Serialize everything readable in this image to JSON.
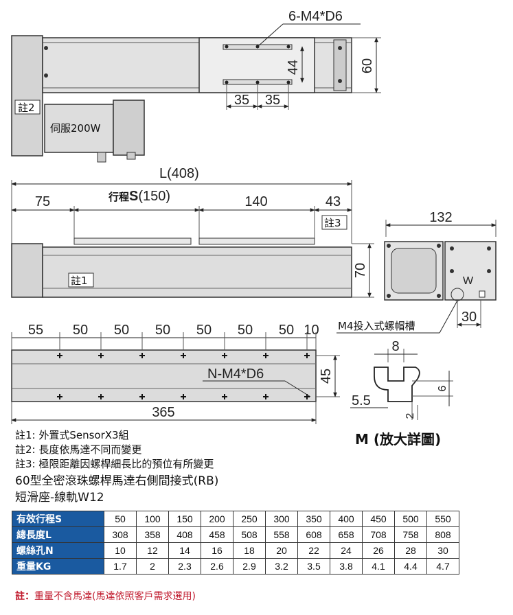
{
  "top_view": {
    "callout_holes": "6-M4*D6",
    "dim_44": "44",
    "dim_60": "60",
    "dim_35a": "35",
    "dim_35b": "35",
    "note_tag": "註2",
    "motor_label": "伺服200W"
  },
  "side_view": {
    "dim_total": "L(408)",
    "dim_75": "75",
    "stroke_label_prefix": "行程",
    "stroke_label_s": "S",
    "stroke_label_val": "(150)",
    "dim_140": "140",
    "dim_43": "43",
    "note_tag3": "註3",
    "note_tag1": "註1",
    "dim_70": "70"
  },
  "end_view": {
    "dim_132": "132",
    "w_label": "W",
    "dim_30": "30",
    "callout_slot": "M4投入式螺帽槽"
  },
  "rail_view": {
    "dims_top": [
      "55",
      "50",
      "50",
      "50",
      "50",
      "50",
      "50",
      "10"
    ],
    "callout_holes": "N-M4*D6",
    "dim_45": "45",
    "dim_365": "365"
  },
  "detail_m": {
    "dim_8": "8",
    "dim_6": "6",
    "dim_55": "5.5",
    "dim_2": "2",
    "caption": "M (放大詳圖)"
  },
  "notes": [
    "註1: 外置式SensorX3組",
    "註2: 長度依馬達不同而變更",
    "註3: 極限距離因螺桿細長比的預位有所變更"
  ],
  "title_line1": "60型全密滾珠螺桿馬達右側間接式(RB)",
  "title_line2": "短滑座-線軌W12",
  "spec_table": {
    "rows": [
      {
        "label": "有效行程S",
        "values": [
          "50",
          "100",
          "150",
          "200",
          "250",
          "300",
          "350",
          "400",
          "450",
          "500",
          "550"
        ]
      },
      {
        "label": "總長度L",
        "values": [
          "308",
          "358",
          "408",
          "458",
          "508",
          "558",
          "608",
          "658",
          "708",
          "758",
          "808"
        ]
      },
      {
        "label": "螺絲孔N",
        "values": [
          "10",
          "12",
          "14",
          "16",
          "18",
          "20",
          "22",
          "24",
          "26",
          "28",
          "30"
        ]
      },
      {
        "label": "重量KG",
        "values": [
          "1.7",
          "2",
          "2.3",
          "2.6",
          "2.9",
          "3.2",
          "3.5",
          "3.8",
          "4.1",
          "4.4",
          "4.7"
        ]
      }
    ]
  },
  "footer": {
    "prefix": "註：",
    "text": "重量不含馬達(馬達依照客戶需求選用)"
  },
  "colors": {
    "table_header": "#1a5aa0",
    "footer_text": "#c0192c",
    "body_gray": "#d9d9d9"
  }
}
